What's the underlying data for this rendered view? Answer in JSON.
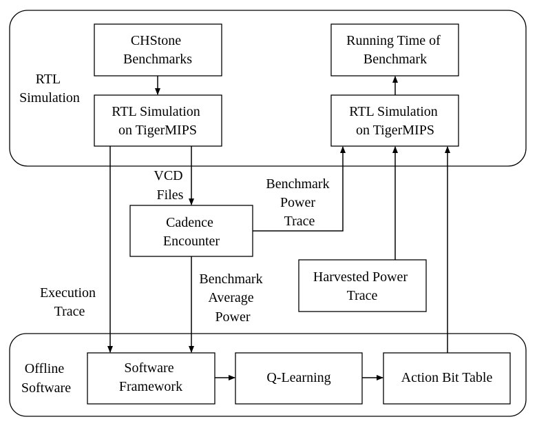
{
  "groups": {
    "rtl_simulation": {
      "label": [
        "RTL",
        "Simulation"
      ]
    },
    "offline_software": {
      "label": [
        "Offline",
        "Software"
      ]
    }
  },
  "boxes": {
    "chstone": [
      "CHStone",
      "Benchmarks"
    ],
    "rtl_sim_left": [
      "RTL Simulation",
      "on TigerMIPS"
    ],
    "running_time": [
      "Running Time of",
      "Benchmark"
    ],
    "rtl_sim_right": [
      "RTL Simulation",
      "on TigerMIPS"
    ],
    "cadence": [
      "Cadence",
      "Encounter"
    ],
    "harvested": [
      "Harvested Power",
      "Trace"
    ],
    "software_framework": [
      "Software",
      "Framework"
    ],
    "q_learning": [
      "Q-Learning"
    ],
    "action_bit_table": [
      "Action Bit Table"
    ]
  },
  "edge_labels": {
    "vcd_files": [
      "VCD",
      "Files"
    ],
    "benchmark_power_trace": [
      "Benchmark",
      "Power",
      "Trace"
    ],
    "execution_trace": [
      "Execution",
      "Trace"
    ],
    "benchmark_average_power": [
      "Benchmark",
      "Average",
      "Power"
    ]
  },
  "colors": {
    "stroke": "#000000",
    "fill": "#ffffff",
    "text": "#000000"
  }
}
